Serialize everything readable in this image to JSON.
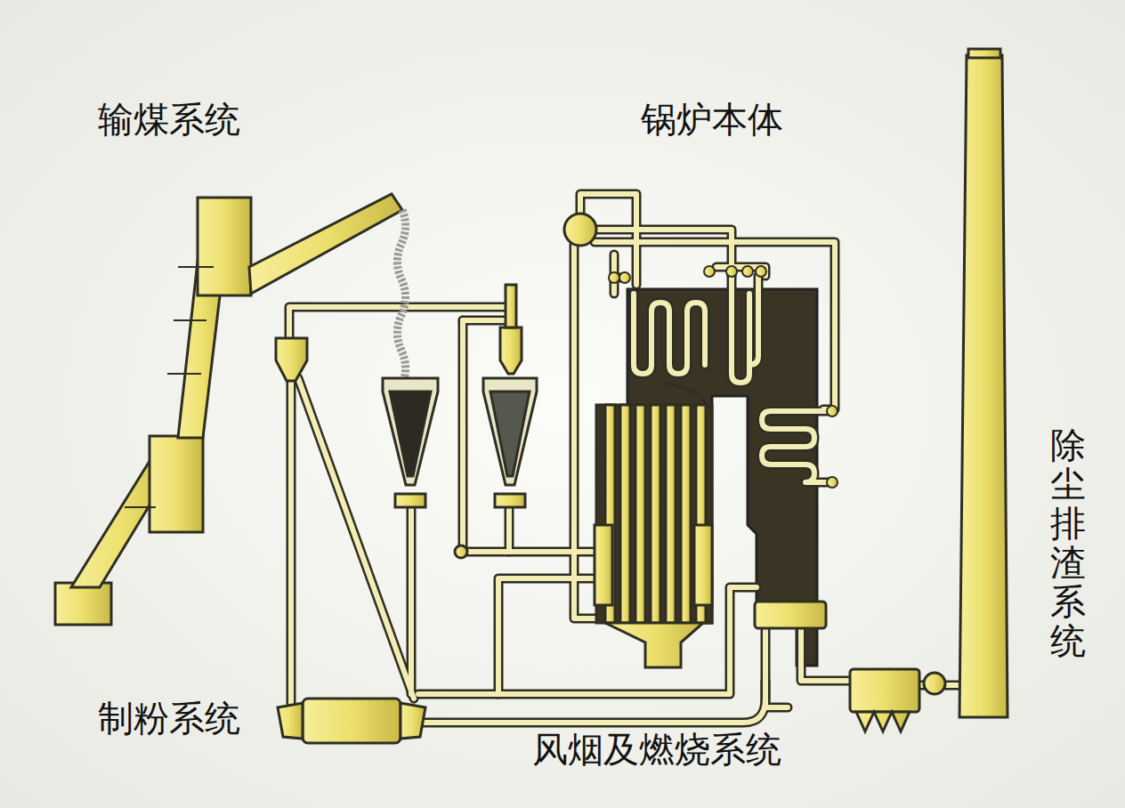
{
  "diagram": {
    "labels": [
      "输煤系统",
      "锅炉本体",
      "除尘排渣系统",
      "制粉系统",
      "风烟及燃烧系统"
    ]
  }
}
